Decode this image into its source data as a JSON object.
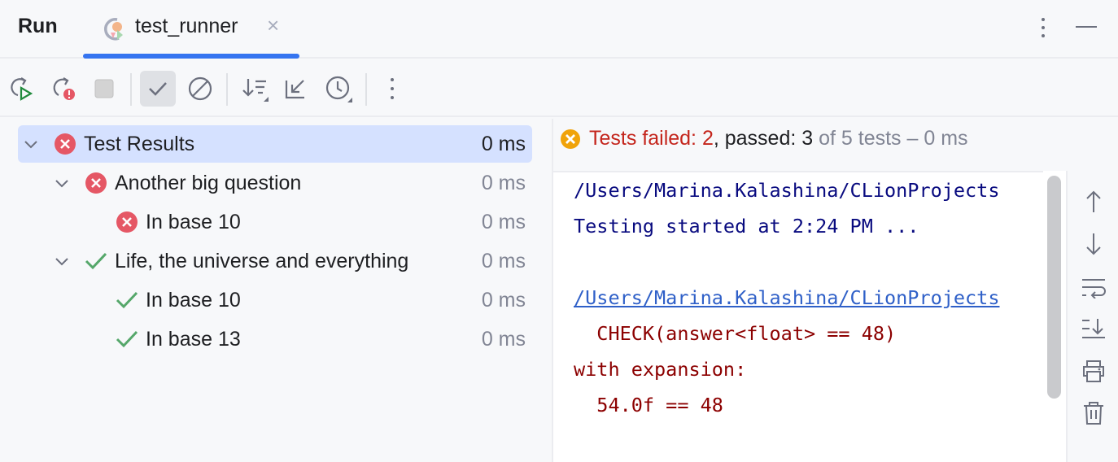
{
  "header": {
    "title": "Run",
    "tab_label": "test_runner",
    "tab_close": "×"
  },
  "toolbar": {
    "buttons": [
      "rerun-icon",
      "rerun-failed-icon",
      "stop-icon",
      "show-passed-icon",
      "show-ignored-icon",
      "sort-icon",
      "collapse-icon",
      "history-icon",
      "more-icon"
    ]
  },
  "tree": [
    {
      "label": "Test Results",
      "time": "0 ms",
      "status": "failed"
    },
    {
      "label": "Another big question",
      "time": "0 ms",
      "status": "failed"
    },
    {
      "label": "In base 10",
      "time": "0 ms",
      "status": "failed"
    },
    {
      "label": "Life, the universe and everything",
      "time": "0 ms",
      "status": "passed"
    },
    {
      "label": "In base 10",
      "time": "0 ms",
      "status": "passed"
    },
    {
      "label": "In base 13",
      "time": "0 ms",
      "status": "passed"
    }
  ],
  "status": {
    "failed": "Tests failed: 2",
    "passed": ", passed: 3",
    "rest": " of 5 tests – 0 ms"
  },
  "console": {
    "lines": [
      "/Users/Marina.Kalashina/CLionProjects",
      "Testing started at 2:24 PM ...",
      "",
      "/Users/Marina.Kalashina/CLionProjects",
      "  CHECK(answer<float> == 48)",
      "with expansion:",
      "  54.0f == 48"
    ]
  },
  "colors": {
    "accent": "#3574f0",
    "failed": "#e55765",
    "passed": "#55a76a",
    "status_failed_text": "#c4251c",
    "warning": "#f0a30a"
  }
}
